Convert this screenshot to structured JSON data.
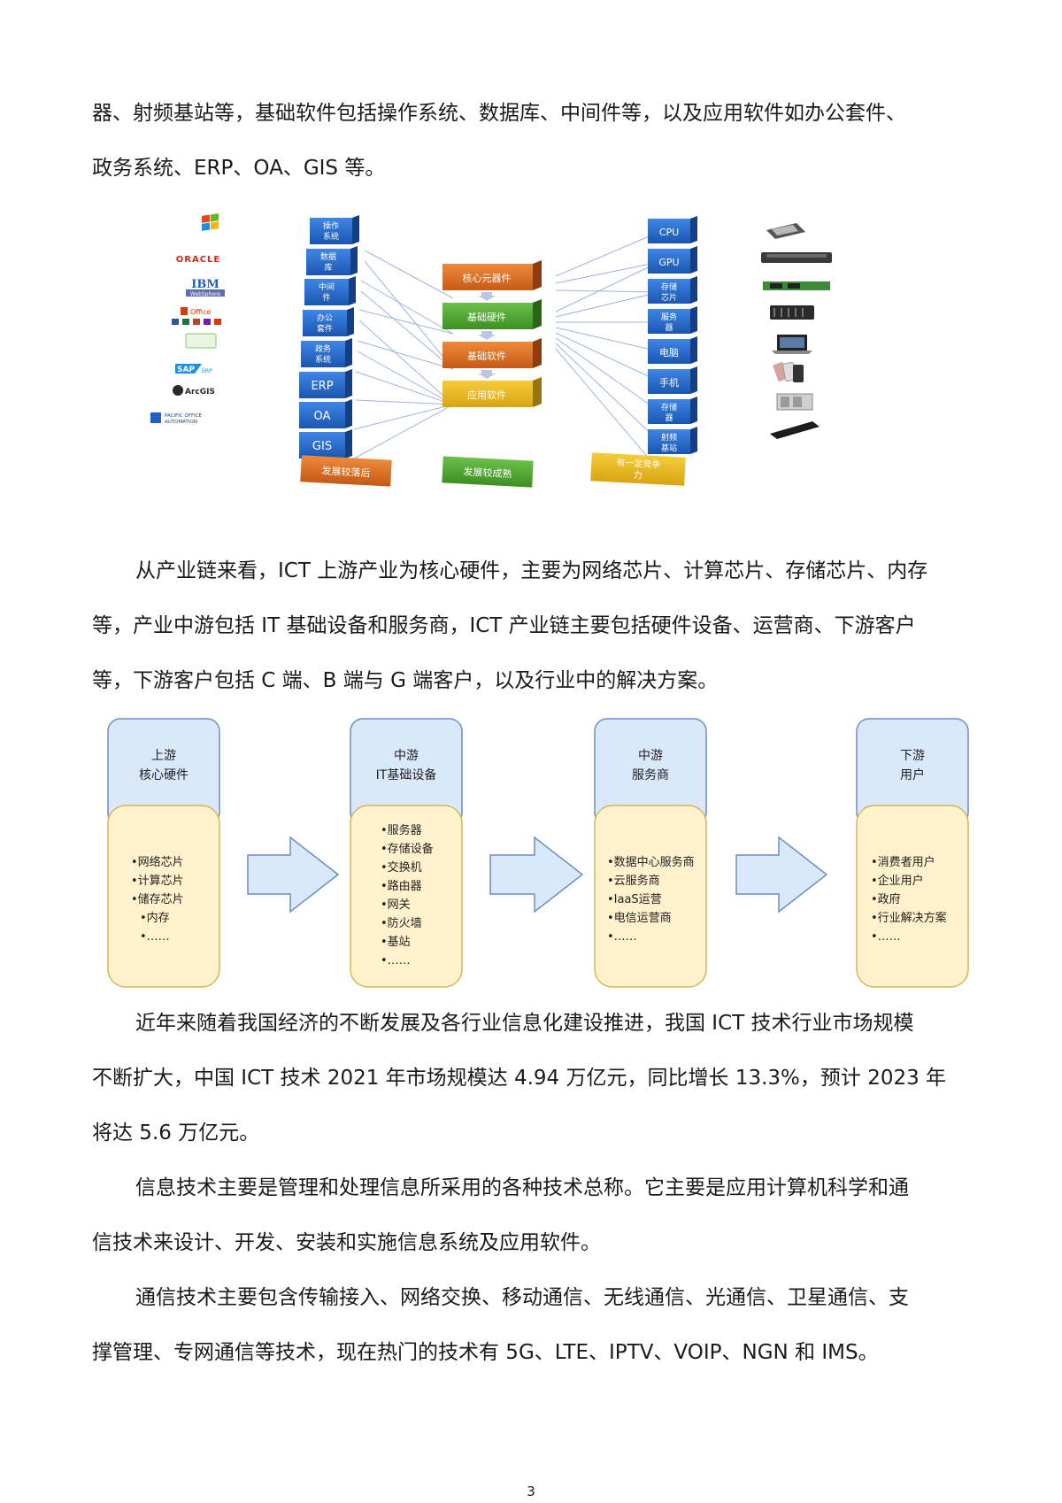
{
  "paragraphs": {
    "p1": [
      "器、射频基站等，基础软件包括操作系统、数据库、中间件等，以及应用软件如办公套件、",
      "政务系统、ERP、OA、GIS 等。"
    ],
    "p2": [
      "从产业链来看，ICT 上游产业为核心硬件，主要为网络芯片、计算芯片、存储芯片、内存",
      "等，产业中游包括 IT 基础设备和服务商，ICT 产业链主要包括硬件设备、运营商、下游客户",
      "等，下游客户包括 C 端、B 端与 G 端客户，以及行业中的解决方案。"
    ],
    "p3": [
      "近年来随着我国经济的不断发展及各行业信息化建设推进，我国 ICT 技术行业市场规模",
      "不断扩大，中国 ICT 技术 2021 年市场规模达 4.94 万亿元，同比增长 13.3%，预计 2023 年",
      "将达 5.6 万亿元。"
    ],
    "p4": [
      "信息技术主要是管理和处理信息所采用的各种技术总称。它主要是应用计算机科学和通",
      "信技术来设计、开发、安装和实施信息系统及应用软件。"
    ],
    "p5": [
      "通信技术主要包含传输接入、网络交换、移动通信、无线通信、光通信、卫星通信、支",
      "撑管理、专网通信等技术，现在热门的技术有 5G、LTE、IPTV、VOIP、NGN 和 IMS。"
    ]
  },
  "figure1": {
    "logos": [
      "ORACLE",
      "IBM",
      "WebSphere",
      "Office",
      "SAP",
      "ERP",
      "ArcGIS",
      "PACIFIC OFFICE",
      "AUTOMATION"
    ],
    "software_blocks": [
      "操作系统",
      "数据库",
      "中间件",
      "办公套件",
      "政务系统",
      "ERP",
      "OA",
      "GIS"
    ],
    "center_blocks": [
      "核心元器件",
      "基础硬件",
      "基础软件",
      "应用软件"
    ],
    "hardware_blocks": [
      "CPU",
      "GPU",
      "存储芯片",
      "服务器",
      "电脑",
      "手机",
      "存储器",
      "射频基站"
    ],
    "bottom_blocks": [
      "发展较落后",
      "发展较成熟",
      "有一定竞争力"
    ],
    "colors": {
      "blue": "#1f5fbf",
      "orange": "#d2691e",
      "green": "#4aa02c",
      "gold": "#e0b020"
    }
  },
  "figure2": {
    "stages": [
      {
        "head": [
          "上游",
          "核心硬件"
        ],
        "items": [
          "•网络芯片",
          "•计算芯片",
          "•储存芯片",
          "•内存",
          "•……"
        ]
      },
      {
        "head": [
          "中游",
          "IT基础设备"
        ],
        "items": [
          "•服务器",
          "•存储设备",
          "•交换机",
          "•路由器",
          "•网关",
          "•防火墙",
          "•基站",
          "•……"
        ]
      },
      {
        "head": [
          "中游",
          "服务商"
        ],
        "items": [
          "•数据中心服务商",
          "•云服务商",
          "•IaaS运营",
          "•电信运营商",
          "•……"
        ]
      },
      {
        "head": [
          "下游",
          "用户"
        ],
        "items": [
          "•消费者用户",
          "•企业用户",
          "•政府",
          "•行业解决方案",
          "•……"
        ]
      }
    ],
    "colors": {
      "head_fill": "#dae8fc",
      "head_stroke": "#6c8ebf",
      "body_fill": "#fff2cc",
      "body_stroke": "#d6b656",
      "arrow_fill": "#dae8fc",
      "arrow_stroke": "#6c8ebf"
    }
  },
  "page_number": "3"
}
